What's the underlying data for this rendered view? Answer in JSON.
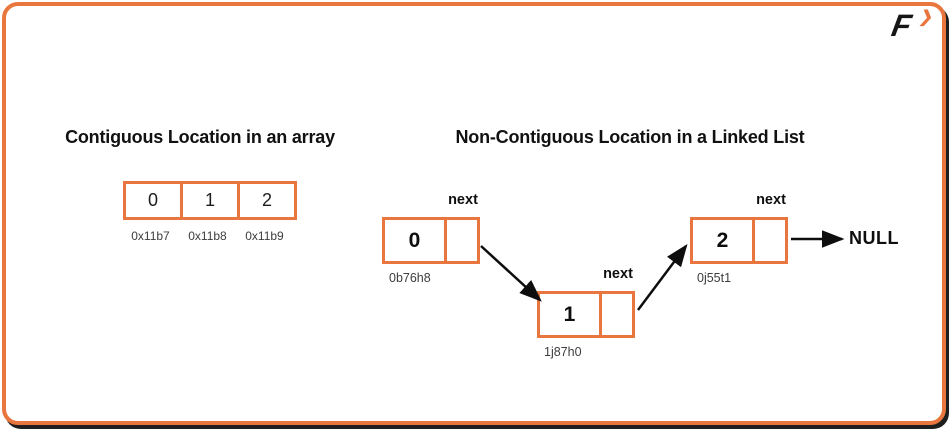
{
  "colors": {
    "accent": "#E8763E",
    "ink": "#111111",
    "muted": "#3d3d3d",
    "shadow": "#1e1e1e"
  },
  "logo": {
    "letter": "F",
    "chevron": "❯"
  },
  "array_section": {
    "title": "Contiguous Location in an array",
    "cells": [
      {
        "value": "0",
        "address": "0x11b7"
      },
      {
        "value": "1",
        "address": "0x11b8"
      },
      {
        "value": "2",
        "address": "0x11b9"
      }
    ]
  },
  "list_section": {
    "title": "Non-Contiguous Location in a Linked List",
    "pointer_label": "next",
    "nodes": [
      {
        "value": "0",
        "address": "0b76h8"
      },
      {
        "value": "1",
        "address": "1j87h0"
      },
      {
        "value": "2",
        "address": "0j55t1"
      }
    ],
    "terminator": "NULL"
  }
}
